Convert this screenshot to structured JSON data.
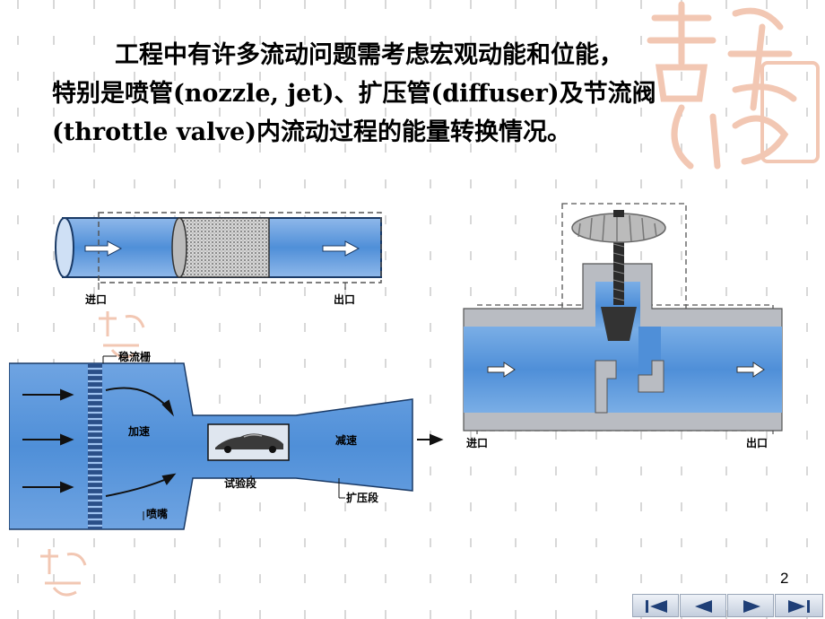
{
  "slide": {
    "paragraph_lines": [
      "工程中有许多流动问题需考虑宏观动能和位能，",
      "特别是喷管(nozzle, jet)、扩压管(diffuser)及节流阀",
      "(throttle valve)内流动过程的能量转换情况。"
    ],
    "page_number": "2"
  },
  "figure_pipe": {
    "inlet_label": "进口",
    "outlet_label": "出口"
  },
  "figure_nozzle": {
    "screen_label": "稳流栅",
    "accelerate_label": "加速",
    "test_section_label": "试验段",
    "decelerate_label": "减速",
    "diffuser_label": "扩压段",
    "nozzle_label": "喷嘴"
  },
  "figure_valve": {
    "inlet_label": "进口",
    "outlet_label": "出口"
  },
  "navigation": {
    "buttons": [
      {
        "name": "first-page-icon"
      },
      {
        "name": "previous-page-icon"
      },
      {
        "name": "next-page-icon"
      },
      {
        "name": "last-page-icon"
      }
    ]
  },
  "colors": {
    "fluid_blue": "#4f8fd8",
    "wall_gray": "#b9bcc2",
    "watermark": "#f2c7b3"
  }
}
